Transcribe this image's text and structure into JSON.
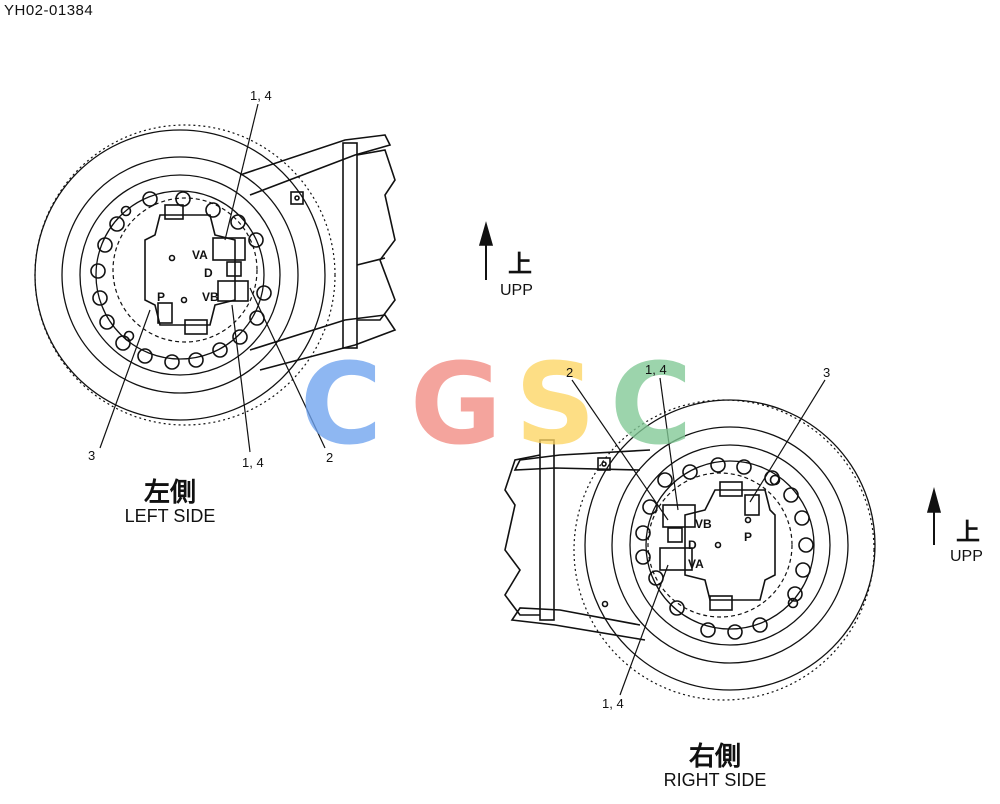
{
  "doc_id": "YH02-01384",
  "left": {
    "title_cn": "左側",
    "title_en": "LEFT SIDE",
    "callout_top": "1, 4",
    "callout_bottom": "1, 4",
    "callout_2": "2",
    "callout_3": "3",
    "port_va": "VA",
    "port_vb": "VB",
    "port_d": "D",
    "port_p": "P"
  },
  "right": {
    "title_cn": "右側",
    "title_en": "RIGHT SIDE",
    "callout_top": "1, 4",
    "callout_bottom": "1, 4",
    "callout_2": "2",
    "callout_3": "3",
    "port_va": "VA",
    "port_vb": "VB",
    "port_d": "D",
    "port_p": "P"
  },
  "upp_left": {
    "cn": "上",
    "en": "UPP"
  },
  "upp_right": {
    "cn": "上",
    "en": "UPP"
  },
  "watermark": {
    "letters": [
      "C",
      "G",
      "S",
      "C"
    ],
    "colors": [
      "#6fa3ef",
      "#f28b82",
      "#fdd663",
      "#81c995"
    ]
  }
}
